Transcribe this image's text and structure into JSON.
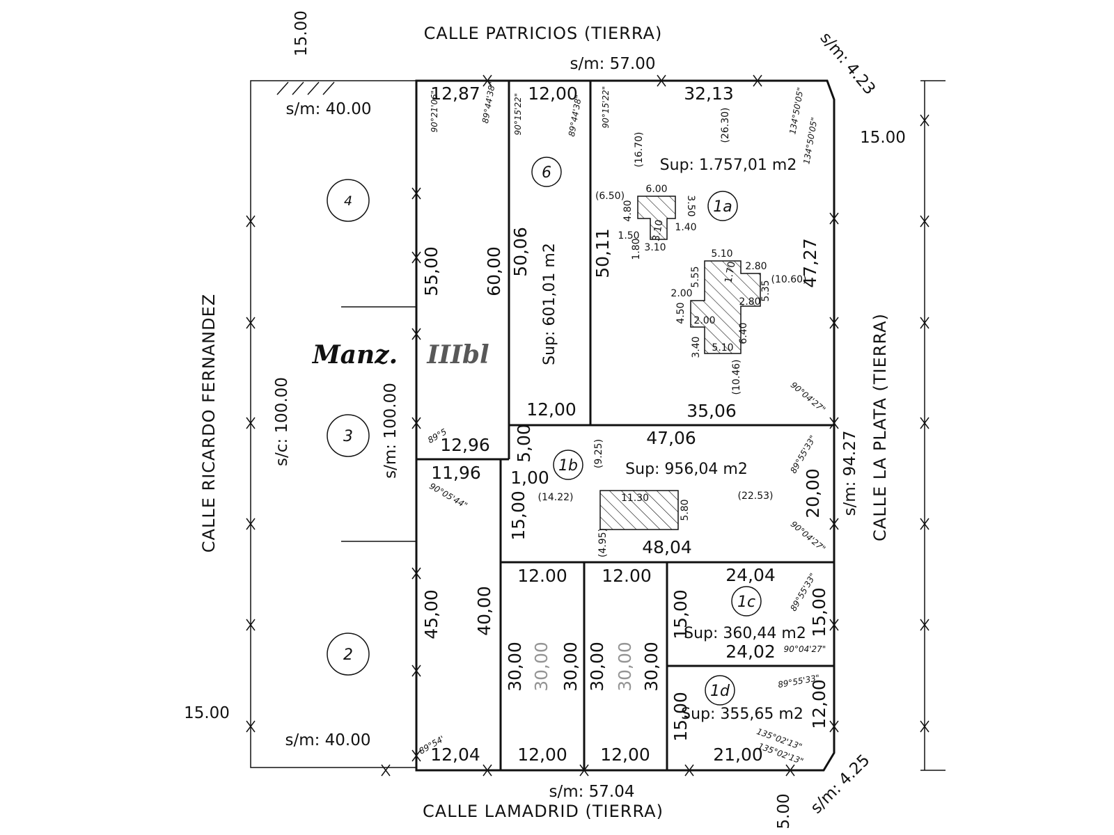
{
  "streets": {
    "north": "CALLE PATRICIOS (TIERRA)",
    "south": "CALLE LAMADRID (TIERRA)",
    "west": "CALLE RICARDO FERNANDEZ",
    "east": "CALLE LA PLATA (TIERRA)"
  },
  "street_widths": {
    "north": "15.00",
    "east": "15.00",
    "west": "15.00",
    "south": "5.00"
  },
  "block_label": "Manz.",
  "block_number_smudged": "IIIbl",
  "outer_dims": {
    "north": "s/m: 57.00",
    "south": "s/m: 57.04",
    "ne_chamfer": "s/m: 4.23",
    "se_chamfer": "s/m: 4.25",
    "east": "s/m: 94.27",
    "west_c": "s/c: 100.00",
    "west_m": "s/m: 100.00",
    "west_top": "s/m: 40.00",
    "west_bottom": "s/m: 40.00"
  },
  "lots": {
    "l4": {
      "label": "4"
    },
    "l3": {
      "label": "3"
    },
    "l2": {
      "label": "2"
    },
    "l6": {
      "label": "6",
      "sup": "Sup: 601,01 m2",
      "top": "12,00",
      "bottom": "12,00",
      "side": "50,06"
    },
    "l1a": {
      "label": "1a",
      "sup": "Sup: 1.757,01 m2",
      "top": "32,13",
      "bottom": "35,06",
      "west": "50,11",
      "east": "47,27",
      "paren_top": "(26.30)",
      "paren_west": "(16.70)",
      "paren_mid": "(10.60)",
      "paren_bottom": "(10.46)"
    },
    "l1b": {
      "label": "1b",
      "sup": "Sup: 956,04 m2",
      "top": "47,06",
      "bottom": "48,04",
      "east": "20,00",
      "west": "15,00",
      "west_small": "5,00",
      "west_small2": "1,00",
      "paren_a": "(9.25)",
      "paren_b": "(14.22)",
      "paren_c": "(22.53)",
      "paren_d": "(4.95)"
    },
    "l1c": {
      "label": "1c",
      "sup": "Sup: 360,44 m2",
      "top": "24,04",
      "bottom": "24,02",
      "west": "15,00",
      "east": "15,00"
    },
    "l1d": {
      "label": "1d",
      "sup": "Sup: 355,65 m2",
      "bottom": "21,00",
      "west": "15,00",
      "east": "12,00"
    },
    "strip_top": {
      "top": "12,87",
      "bottom": "12,96",
      "left": "55,00",
      "right": "60,00"
    },
    "strip_bottom": {
      "top": "11,96",
      "bottom": "12,04",
      "left": "45,00",
      "right": "40,00"
    },
    "s1": {
      "top": "12.00",
      "bottom": "12,00",
      "left": "30,00",
      "center": "30,00",
      "right": "30,00"
    },
    "s2": {
      "top": "12.00",
      "bottom": "12,00",
      "left": "30,00",
      "center": "30,00",
      "right": "30,00"
    }
  },
  "buildings": {
    "b1": {
      "d1": "6.00",
      "d2": "(6.50)",
      "d3": "4.80",
      "d4": "3.50",
      "d5": "1.50",
      "d6": "3.10",
      "d7": "1.40",
      "d8": "1.80",
      "d9": "3.10"
    },
    "b2": {
      "d1": "5.10",
      "d2": "5.55",
      "d3": "1.70",
      "d4": "2.80",
      "d5": "5.35",
      "d6": "2.00",
      "d7": "2.80",
      "d8": "4.50",
      "d9": "2.00",
      "d10": "6.40",
      "d11": "3.40",
      "d12": "5.10"
    },
    "b3": {
      "w": "11.30",
      "h": "5.80"
    }
  },
  "angles": {
    "a1": "90°21'06\"",
    "a2": "89°44'38\"",
    "a3": "90°15'22\"",
    "a4": "89°44'38\"",
    "a5": "90°15'22\"",
    "a6": "134°50'05\"",
    "a7": "134°50'05\"",
    "a8": "90°04'27\"",
    "a9": "89°55'33\"",
    "a10": "90°04'27\"",
    "a11": "89°55'33\"",
    "a12": "90°04'27\"",
    "a13": "89°55'33\"",
    "a14": "135°02'13\"",
    "a15": "135°02'13\"",
    "a16": "89°5",
    "a17": "90°05'44\"",
    "a18": "89°54'"
  }
}
